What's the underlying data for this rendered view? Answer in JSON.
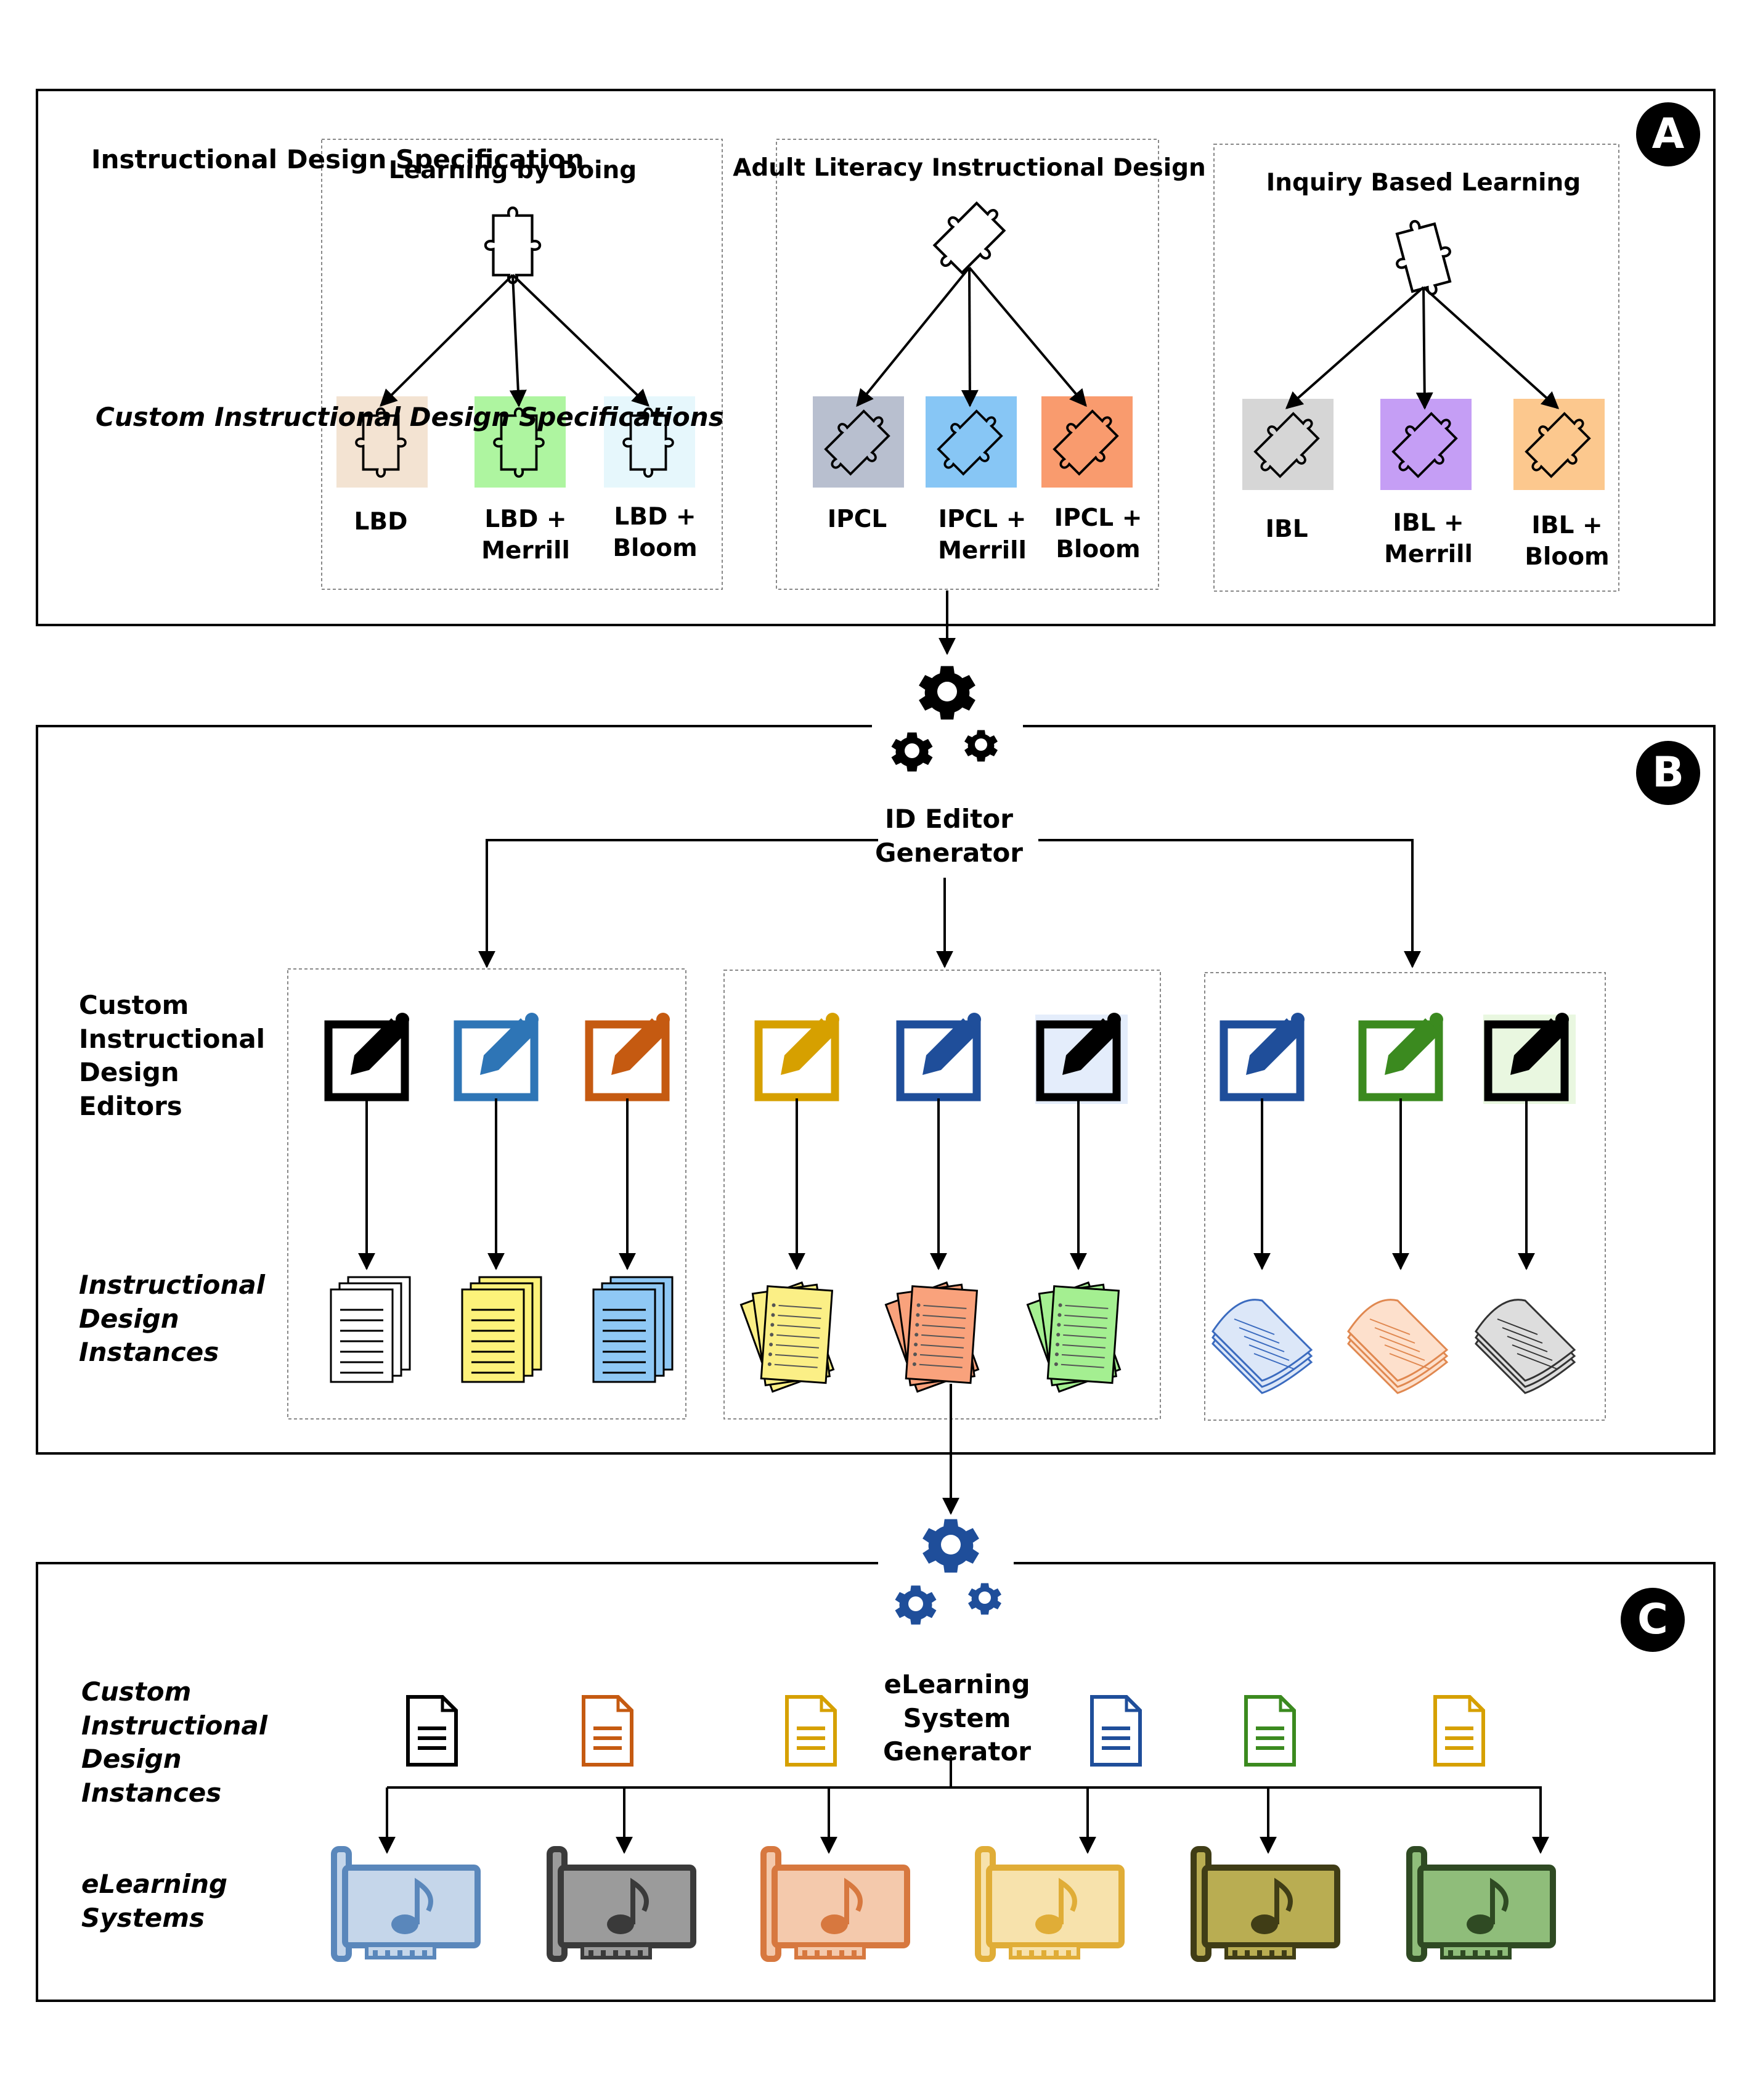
{
  "panels": {
    "a": {
      "badge": "A",
      "row_label_top": "Instructional Design Specification",
      "row_label_bottom": "Custom Instructional Design Specifications",
      "groups": [
        {
          "title": "Learning by Doing",
          "items": [
            "LBD",
            "LBD + Merrill",
            "LBD + Bloom"
          ],
          "colors": [
            "#f3e3d2",
            "#aef5a0",
            "#e6f7fc"
          ]
        },
        {
          "title": "Adult Literacy Instructional Design",
          "items": [
            "IPCL",
            "IPCL + Merrill",
            "IPCL + Bloom"
          ],
          "colors": [
            "#b8bfcf",
            "#87c6f5",
            "#f99b6e"
          ]
        },
        {
          "title": "Inquiry Based Learning",
          "items": [
            "IBL",
            "IBL + Merrill",
            "IBL + Bloom"
          ],
          "colors": [
            "#d6d6d6",
            "#c59ef5",
            "#fcc88e"
          ]
        }
      ]
    },
    "b": {
      "badge": "B",
      "generator": "ID Editor Generator",
      "row_label_top": "Custom Instructional Design Editors",
      "row_label_bottom": "Instructional Design Instances",
      "editor_colors": [
        "#000000",
        "#2e75b6",
        "#c55a11",
        "#d6a000",
        "#1f4e9a",
        "#000000",
        "#1f4e9a",
        "#3b8a1f",
        "#000000"
      ],
      "doc_colors": [
        "#ffffff",
        "#fdf27a",
        "#8fc8f5",
        "#fbef86",
        "#f9a27c",
        "#a4ef91",
        "#dce7f8",
        "#fde0cc",
        "#dddddd"
      ]
    },
    "c": {
      "badge": "C",
      "generator": "eLearning System Generator",
      "row_label_top": "Custom Instructional Design Instances",
      "row_label_bottom": "eLearning Systems",
      "file_colors": [
        "#000000",
        "#c55a11",
        "#d6a000",
        "#1f4e9a",
        "#3b8a1f",
        "#d6a000"
      ],
      "system_colors": [
        {
          "fill": "#c5d6ea",
          "stroke": "#5a87bb"
        },
        {
          "fill": "#9b9b9b",
          "stroke": "#3a3a3a"
        },
        {
          "fill": "#f4c9ac",
          "stroke": "#d7783f"
        },
        {
          "fill": "#f7e2ac",
          "stroke": "#e0ad37"
        },
        {
          "fill": "#b9ad52",
          "stroke": "#403d16"
        },
        {
          "fill": "#8fbd7a",
          "stroke": "#2f4a23"
        }
      ]
    }
  }
}
